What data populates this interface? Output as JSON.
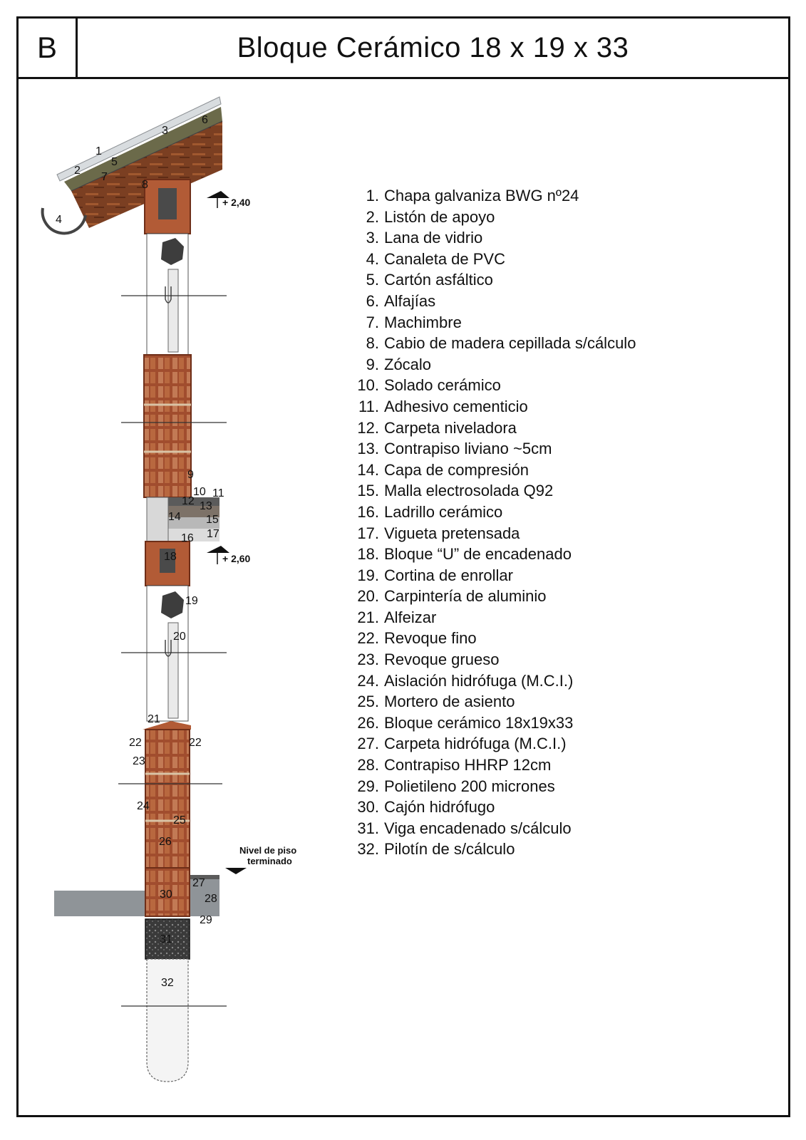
{
  "header": {
    "code": "B",
    "title": "Bloque Cerámico 18 x 19 x 33"
  },
  "legend": [
    {
      "num": "1.",
      "text": "Chapa galvaniza BWG nº24"
    },
    {
      "num": "2.",
      "text": "Listón de apoyo"
    },
    {
      "num": "3.",
      "text": "Lana de vidrio"
    },
    {
      "num": "4.",
      "text": "Canaleta de PVC"
    },
    {
      "num": "5.",
      "text": "Cartón asfáltico"
    },
    {
      "num": "6.",
      "text": "Alfajías"
    },
    {
      "num": "7.",
      "text": "Machimbre"
    },
    {
      "num": "8.",
      "text": "Cabio de madera cepillada s/cálculo"
    },
    {
      "num": "9.",
      "text": "Zócalo"
    },
    {
      "num": "10.",
      "text": "Solado cerámico"
    },
    {
      "num": "11.",
      "text": "Adhesivo cementicio"
    },
    {
      "num": "12.",
      "text": "Carpeta niveladora"
    },
    {
      "num": "13.",
      "text": "Contrapiso liviano ~5cm"
    },
    {
      "num": "14.",
      "text": "Capa de compresión"
    },
    {
      "num": "15.",
      "text": "Malla electrosolada Q92"
    },
    {
      "num": "16.",
      "text": "Ladrillo cerámico"
    },
    {
      "num": "17.",
      "text": "Vigueta pretensada"
    },
    {
      "num": "18.",
      "text": "Bloque “U” de encadenado"
    },
    {
      "num": "19.",
      "text": "Cortina de enrollar"
    },
    {
      "num": "20.",
      "text": "Carpintería de aluminio"
    },
    {
      "num": "21.",
      "text": "Alfeizar"
    },
    {
      "num": "22.",
      "text": "Revoque fino"
    },
    {
      "num": "23.",
      "text": "Revoque grueso"
    },
    {
      "num": "24.",
      "text": "Aislación hidrófuga (M.C.I.)"
    },
    {
      "num": "25.",
      "text": "Mortero de asiento"
    },
    {
      "num": "26.",
      "text": "Bloque cerámico 18x19x33"
    },
    {
      "num": "27.",
      "text": "Carpeta hidrófuga (M.C.I.)"
    },
    {
      "num": "28.",
      "text": "Contrapiso HHRP 12cm"
    },
    {
      "num": "29.",
      "text": "Polietileno 200 micrones"
    },
    {
      "num": "30.",
      "text": "Cajón hidrófugo"
    },
    {
      "num": "31.",
      "text": "Viga encadenado s/cálculo"
    },
    {
      "num": "32.",
      "text": "Pilotín de s/cálculo"
    }
  ],
  "callouts": [
    "1",
    "2",
    "3",
    "4",
    "5",
    "6",
    "7",
    "8",
    "9",
    "10",
    "11",
    "12",
    "13",
    "14",
    "15",
    "16",
    "17",
    "18",
    "19",
    "20",
    "21",
    "22",
    "22",
    "23",
    "24",
    "25",
    "26",
    "27",
    "28",
    "29",
    "30",
    "31",
    "32"
  ],
  "levels": {
    "upper": "+ 2,40",
    "middle": "+ 2,60"
  },
  "floor_note": {
    "line1": "Nivel de piso",
    "line2": "terminado"
  },
  "colors": {
    "brick": "#9c4a2c",
    "brick_dark": "#6e2e18",
    "timber": "#7a3c20",
    "concrete": "#8f9498",
    "mortar": "#c9b79a",
    "frame": "#111111"
  }
}
